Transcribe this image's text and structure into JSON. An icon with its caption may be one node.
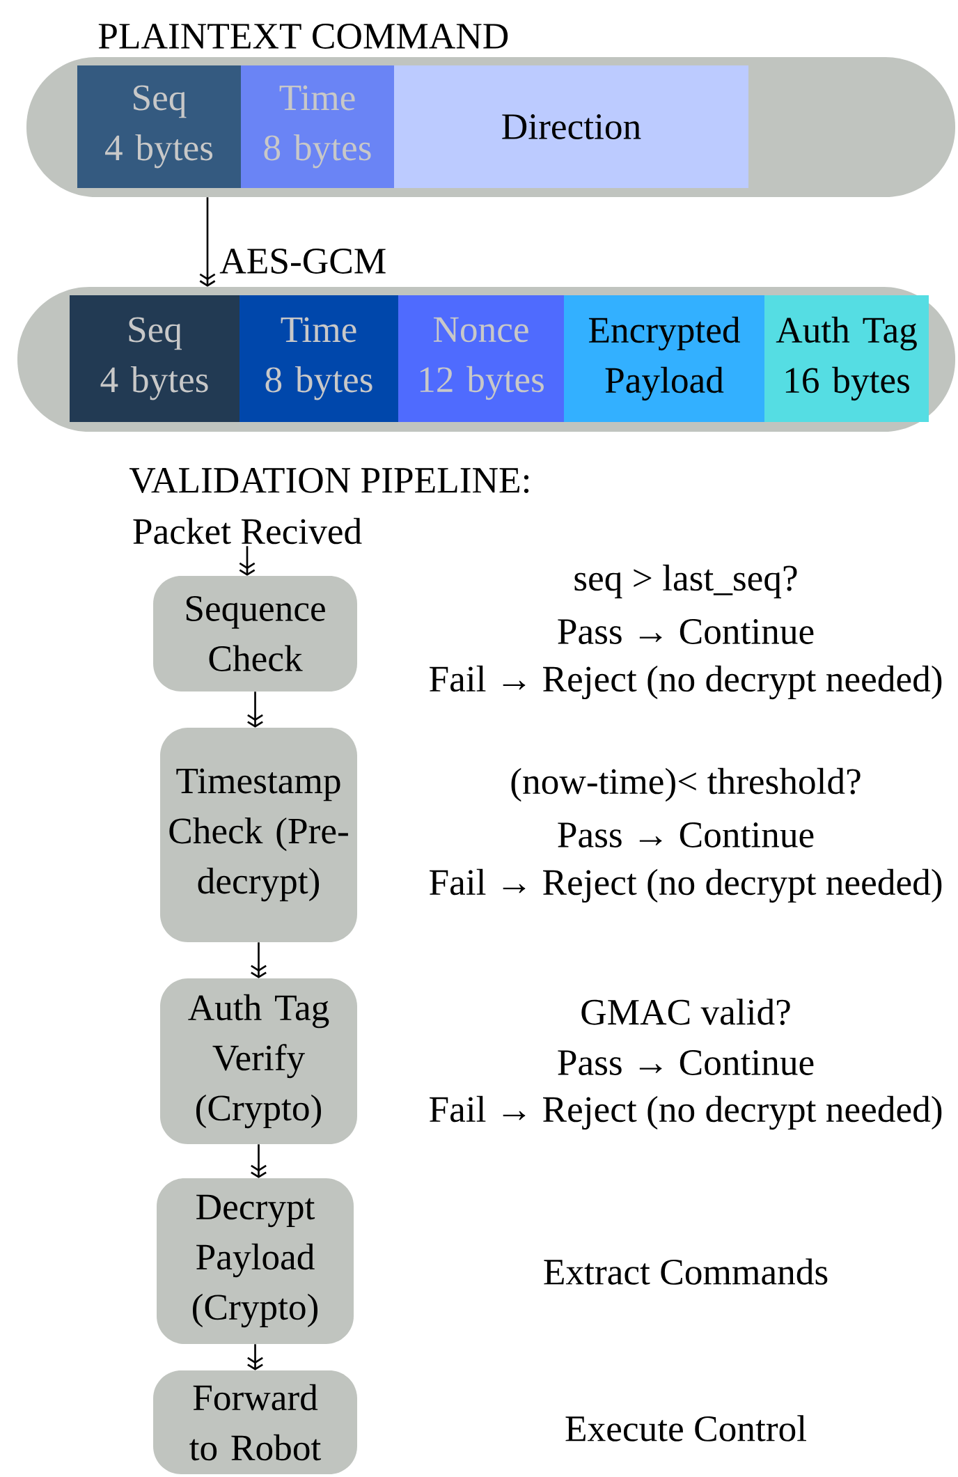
{
  "diagram": {
    "nodes": [
      {
        "text": [
          "PLAINTEXT COMMAND"
        ]
      },
      {
        "text": [
          "Seq",
          "4 bytes"
        ],
        "in": 0
      },
      {
        "text": [
          "Time",
          "8 bytes"
        ],
        "in": 0
      },
      {
        "text": [
          "Direction"
        ],
        "in": 0
      },
      {
        "text": [
          "AES-GCM"
        ]
      },
      {
        "text": [
          "Seq",
          "4 bytes"
        ],
        "in": 4
      },
      {
        "text": [
          "Time",
          "8 bytes"
        ],
        "in": 4
      },
      {
        "text": [
          "Nonce",
          "12 bytes"
        ],
        "in": 4
      },
      {
        "text": [
          "Encrypted Payload"
        ],
        "in": 4
      },
      {
        "text": [
          "Auth Tag",
          "16 bytes"
        ],
        "in": 4
      },
      {
        "text": [
          "Packet Recived"
        ]
      },
      {
        "text": [
          "Sequence Check"
        ]
      },
      {
        "text": [
          "Timestamp Check (Pre-decrypt)"
        ]
      },
      {
        "text": [
          "Auth Tag Verify (Crypto)"
        ]
      },
      {
        "text": [
          "Decrypt Payload (Crypto)"
        ]
      },
      {
        "text": [
          "Forward to Robot"
        ]
      }
    ],
    "edges": [
      {
        "from": 0,
        "to": 4,
        "arrow": "to"
      },
      {
        "from": 10,
        "to": 11,
        "arrow": "to"
      },
      {
        "from": 11,
        "to": 12,
        "arrow": "to"
      },
      {
        "from": 12,
        "to": 13,
        "arrow": "to"
      },
      {
        "from": 13,
        "to": 14,
        "arrow": "to"
      },
      {
        "from": 14,
        "to": 15,
        "arrow": "to"
      }
    ],
    "labels": [
      "VALIDATION PIPELINE:",
      "seq > last_seq?",
      "Pass → Continue",
      "Fail → Reject (no decrypt needed)",
      "(now-time)< threshold?",
      "Pass → Continue",
      "Fail → Reject (no decrypt needed)",
      "GMAC valid?",
      "Pass → Continue",
      "Fail → Reject (no decrypt needed)",
      "Extract Commands",
      "Execute Control"
    ]
  }
}
